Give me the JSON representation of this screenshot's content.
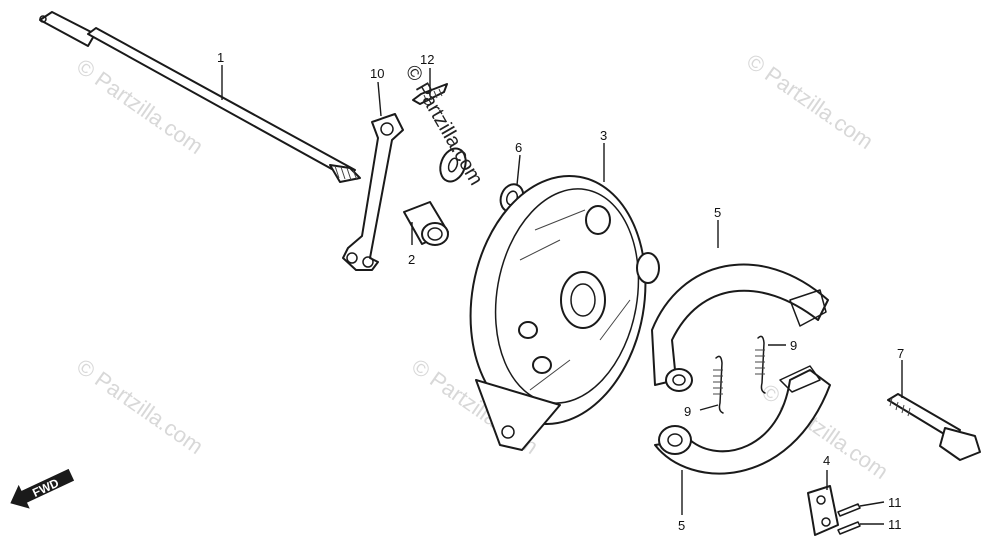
{
  "watermark": {
    "text": "© Partzilla.com",
    "center_text": "© Partzilla.com"
  },
  "fwd_label": "FWD",
  "callouts": [
    "1",
    "2",
    "3",
    "4",
    "5",
    "5",
    "6",
    "7",
    "9",
    "9",
    "10",
    "11",
    "11",
    "12"
  ],
  "colors": {
    "line": "#1a1a1a",
    "watermark": "#d8d8d8",
    "background": "#ffffff"
  },
  "icons": [
    "fwd-arrow-icon"
  ]
}
